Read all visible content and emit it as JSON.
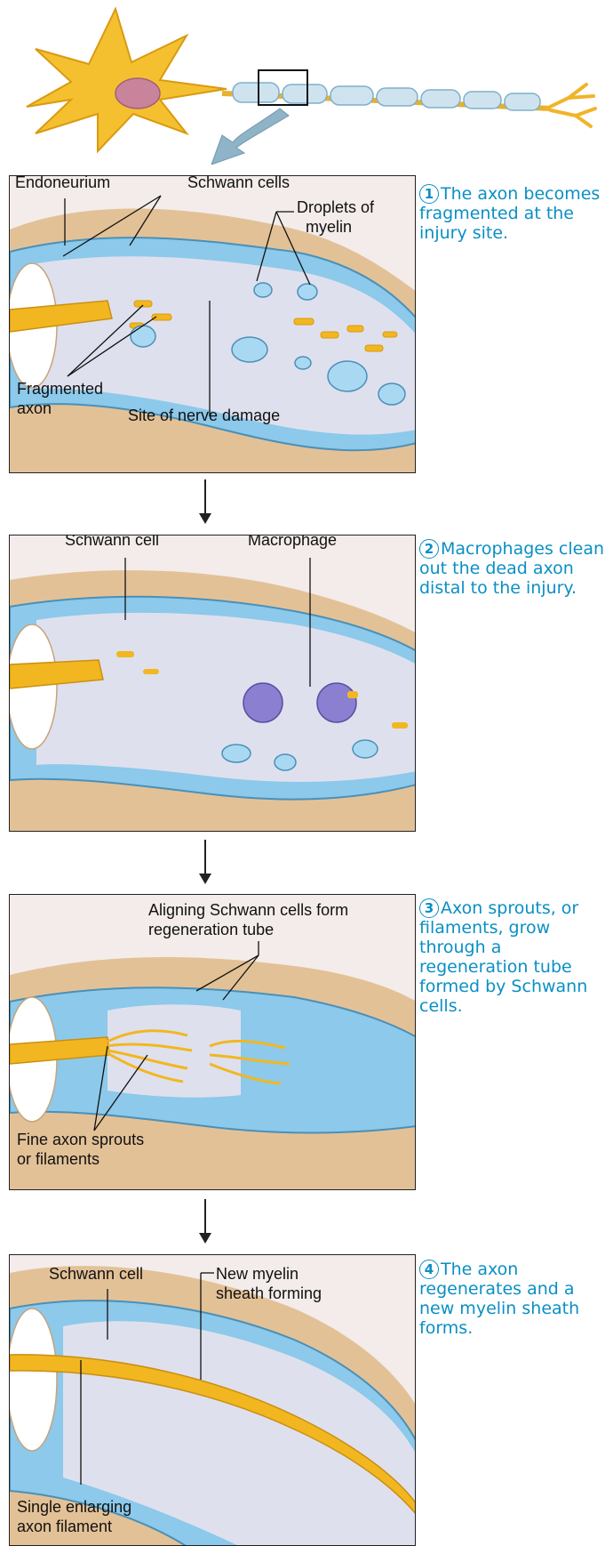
{
  "steps": [
    {
      "number": "1",
      "caption": "The axon becomes fragmented at the injury site.",
      "labels": {
        "endoneurium": "Endoneurium",
        "schwann": "Schwann cells",
        "droplets_1": "Droplets of",
        "droplets_2": "myelin",
        "fragmented_1": "Fragmented",
        "fragmented_2": "axon",
        "site": "Site of nerve damage"
      }
    },
    {
      "number": "2",
      "caption": "Macrophages clean out the dead axon distal to the injury.",
      "labels": {
        "schwann": "Schwann cell",
        "macrophage": "Macrophage"
      }
    },
    {
      "number": "3",
      "caption": "Axon sprouts, or filaments, grow through a regeneration tube formed by Schwann cells.",
      "labels": {
        "aligning_1": "Aligning Schwann cells form",
        "aligning_2": "regeneration tube",
        "fine_1": "Fine axon sprouts",
        "fine_2": "or filaments"
      }
    },
    {
      "number": "4",
      "caption": "The axon regenerates and a new myelin sheath forms.",
      "labels": {
        "schwann": "Schwann cell",
        "new_myelin_1": "New myelin",
        "new_myelin_2": "sheath forming",
        "single_1": "Single enlarging",
        "single_2": "axon filament"
      }
    }
  ],
  "colors": {
    "caption": "#0a8fc4",
    "tissue": "#e3c197",
    "schwann": "#8cc9ea",
    "axon": "#f2b720",
    "tube": "#dfe0ee"
  }
}
